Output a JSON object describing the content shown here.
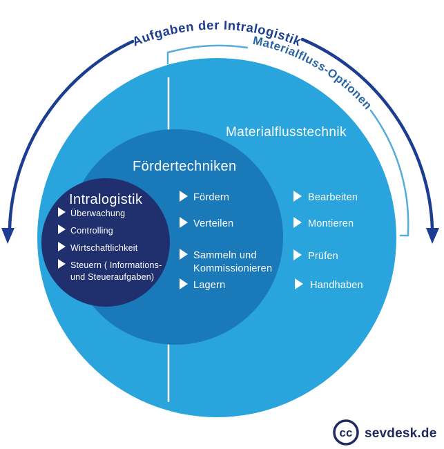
{
  "diagram": {
    "arc_labels": {
      "outer": "Aufgaben der Intralogistik",
      "inner": "Materialfluss-Optionen"
    },
    "outer_circle": {
      "title": "Materialflusstechnik",
      "items": [
        {
          "label": "Bearbeiten"
        },
        {
          "label": "Montieren"
        },
        {
          "label": "Prüfen"
        },
        {
          "label": "Handhaben"
        }
      ]
    },
    "middle_circle": {
      "title": "Fördertechniken",
      "items": [
        {
          "label": "Fördern"
        },
        {
          "label": "Verteilen"
        },
        {
          "label": "Sammeln und",
          "label2": "Kommissionieren"
        },
        {
          "label": "Lagern"
        }
      ]
    },
    "inner_circle": {
      "title": "Intralogistik",
      "items": [
        {
          "label": "Überwachung"
        },
        {
          "label": "Controlling"
        },
        {
          "label": "Wirtschaftlichkeit"
        },
        {
          "label": "Steuern ( Informations-",
          "label2": "und Steueraufgaben)"
        }
      ]
    },
    "footer": {
      "license": "cc",
      "brand": "sevdesk.de"
    },
    "colors": {
      "outer_circle": "#29a4dd",
      "middle_circle": "#1a79b9",
      "inner_circle": "#202f6e",
      "navy_arrow": "#1c3d92",
      "light_arc": "#56abdb",
      "inner_arc_text": "#2a66a4",
      "brand_navy": "#1f2b5f",
      "text_on_circles": "#ffffff"
    }
  }
}
